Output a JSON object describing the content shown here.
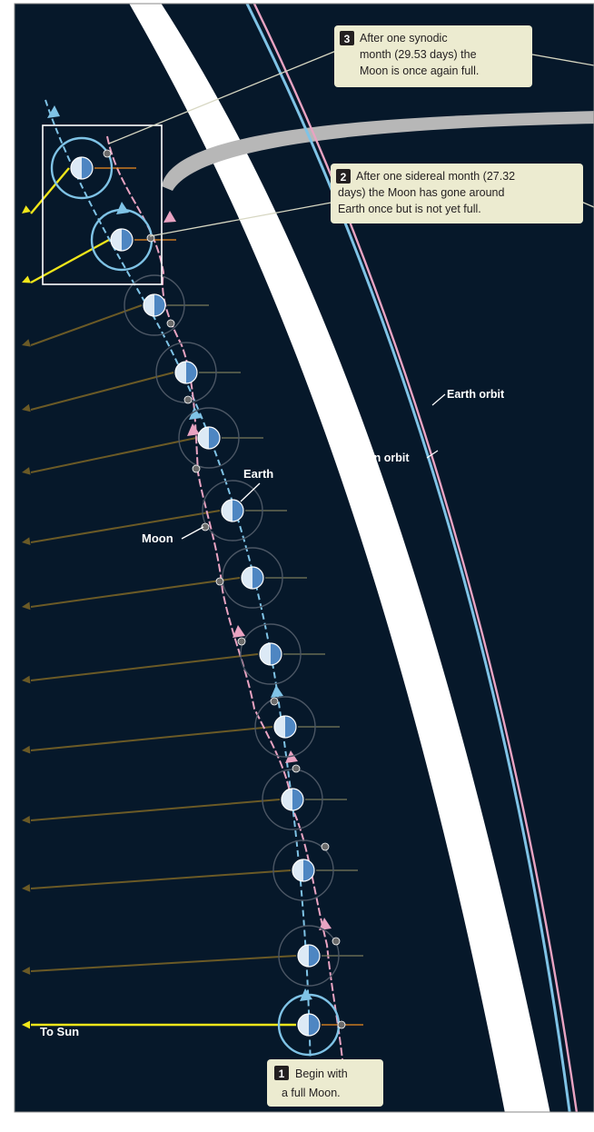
{
  "labels": {
    "to_sun": "To Sun",
    "earth": "Earth",
    "moon": "Moon",
    "earth_orbit": "Earth orbit",
    "moon_orbit": "Moon orbit"
  },
  "callouts": [
    {
      "number": "3",
      "lines": [
        "After one synodic",
        "month (29.53 days) the",
        "Moon is once again full."
      ]
    },
    {
      "number": "2",
      "lines": [
        "After one sidereal month (27.32",
        "days) the Moon has gone around",
        "Earth once but is not yet full."
      ]
    },
    {
      "number": "1",
      "lines": [
        "Begin with",
        "a full Moon."
      ]
    }
  ],
  "colors": {
    "space": "#06182a",
    "earth_orbit": "#7fc3e6",
    "moon_orbit": "#e9a3c2",
    "sun_arrow": "#f0e61a",
    "past_sun_arrow": "#6b5a26",
    "callout_bg": "#ecebd0",
    "earth_light": "#dce9f5",
    "earth_dark": "#4e86c2",
    "orange_tick": "#f08a1e"
  },
  "icons": {
    "earth": "half-lit-earth-icon",
    "moon": "moon-dot-icon",
    "arrow": "sunward-arrow-icon"
  }
}
